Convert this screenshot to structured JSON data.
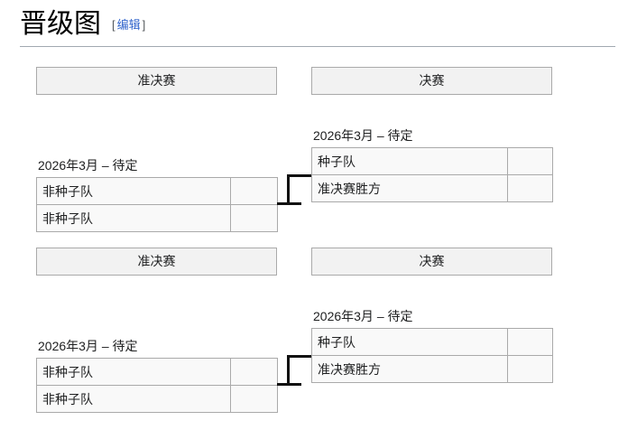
{
  "heading": {
    "title": "晋级图",
    "edit_open": "[",
    "edit_label": "编辑",
    "edit_close": "]"
  },
  "colors": {
    "header_bg": "#f2f2f2",
    "border": "#aaaaaa",
    "cell_bg": "#f9f9f9",
    "link": "#3366cc",
    "connector": "#111111",
    "rule": "#a2a9b1"
  },
  "brackets": [
    {
      "id": "bracket-top",
      "round_headers": [
        {
          "label": "准决赛"
        },
        {
          "label": "决赛"
        }
      ],
      "matches": [
        {
          "id": "semifinal-top",
          "date": "2026年3月 – 待定",
          "rows": [
            {
              "team": "非种子队",
              "score": ""
            },
            {
              "team": "非种子队",
              "score": ""
            }
          ]
        },
        {
          "id": "final-top",
          "date": "2026年3月 – 待定",
          "rows": [
            {
              "team": "种子队",
              "score": ""
            },
            {
              "team": "准决赛胜方",
              "score": ""
            }
          ]
        }
      ]
    },
    {
      "id": "bracket-bottom",
      "round_headers": [
        {
          "label": "准决赛"
        },
        {
          "label": "决赛"
        }
      ],
      "matches": [
        {
          "id": "semifinal-bottom",
          "date": "2026年3月 – 待定",
          "rows": [
            {
              "team": "非种子队",
              "score": ""
            },
            {
              "team": "非种子队",
              "score": ""
            }
          ]
        },
        {
          "id": "final-bottom",
          "date": "2026年3月 – 待定",
          "rows": [
            {
              "team": "种子队",
              "score": ""
            },
            {
              "team": "准决赛胜方",
              "score": ""
            }
          ]
        }
      ]
    }
  ]
}
